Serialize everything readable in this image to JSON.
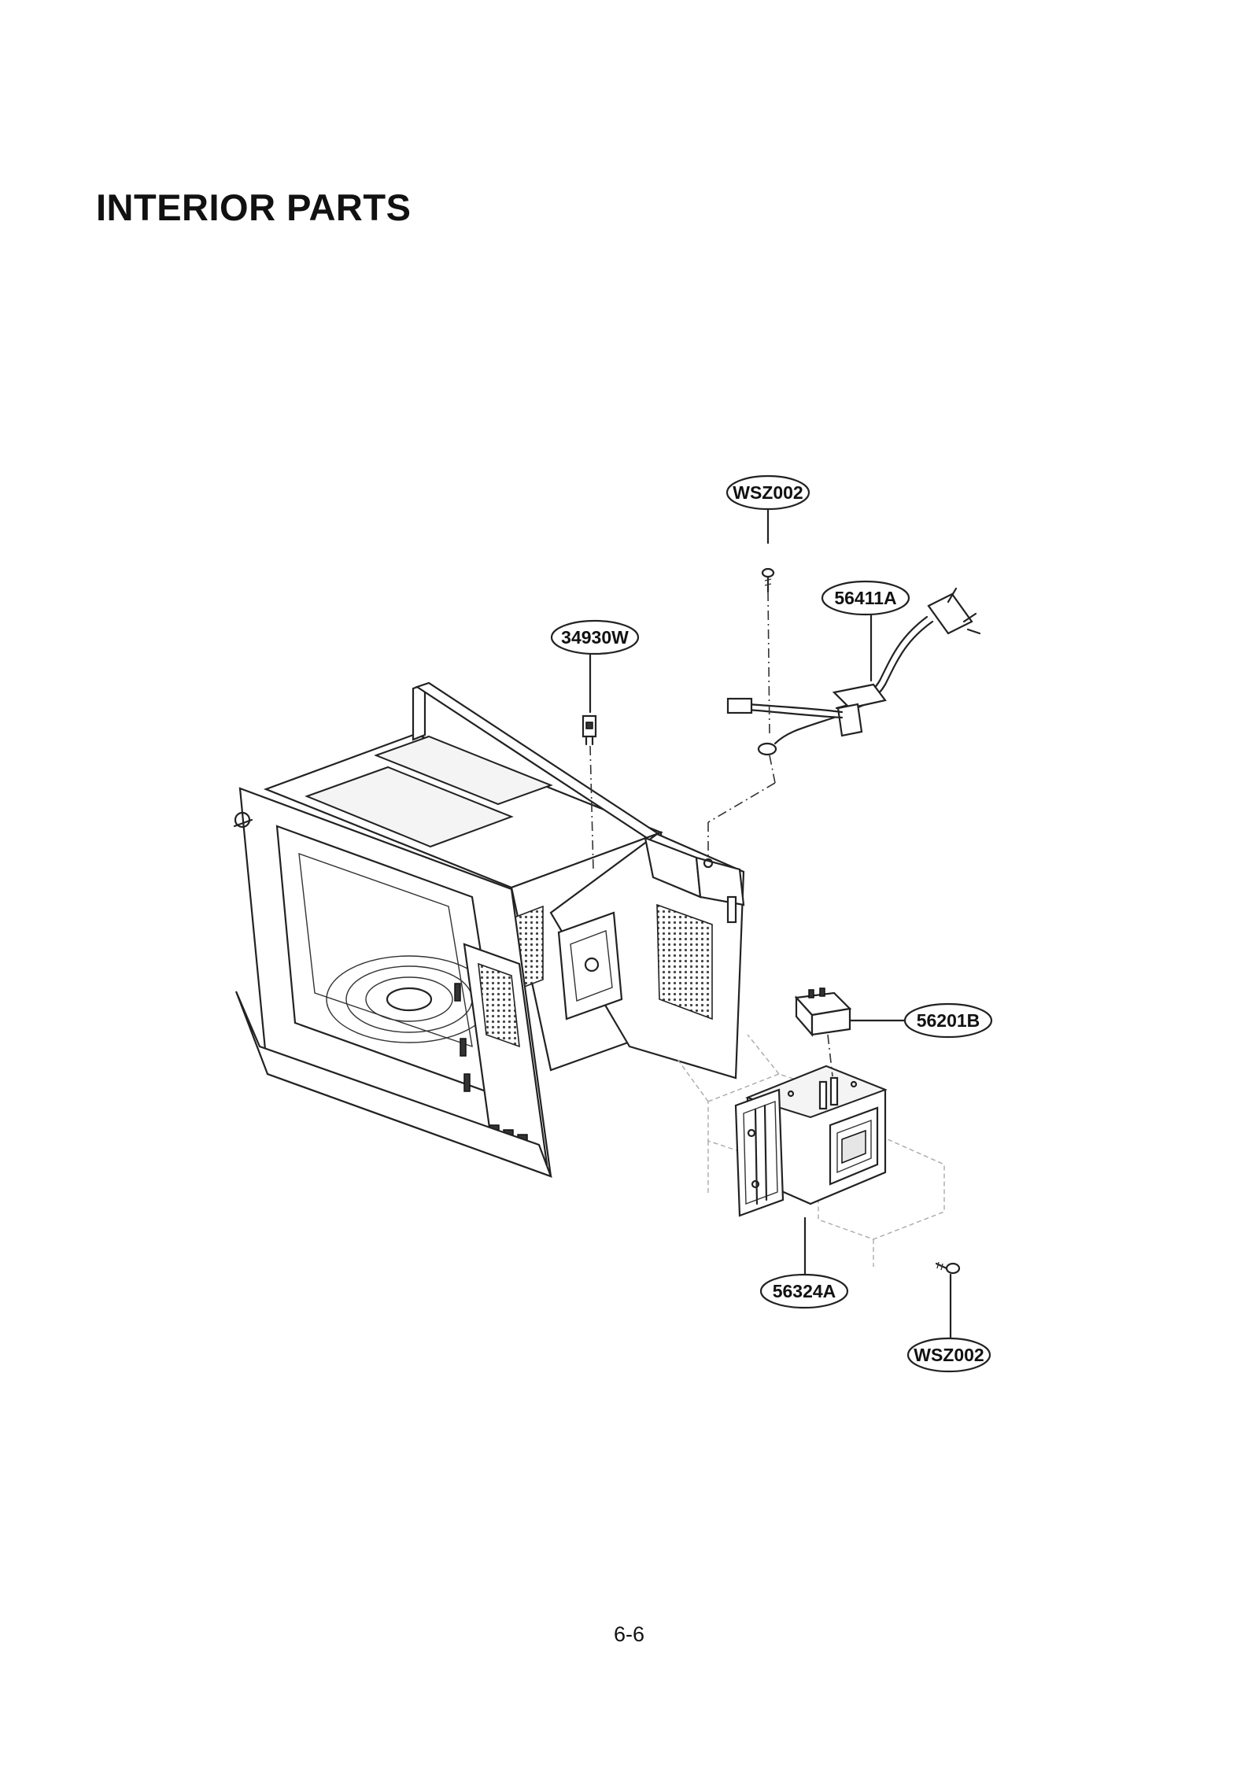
{
  "page": {
    "title": "INTERIOR PARTS",
    "page_number": "6-6"
  },
  "callouts": {
    "wsz002_top": "WSZ002",
    "p56411a": "56411A",
    "p34930w": "34930W",
    "p56201b": "56201B",
    "p56324a": "56324A",
    "wsz002_bottom": "WSZ002"
  }
}
